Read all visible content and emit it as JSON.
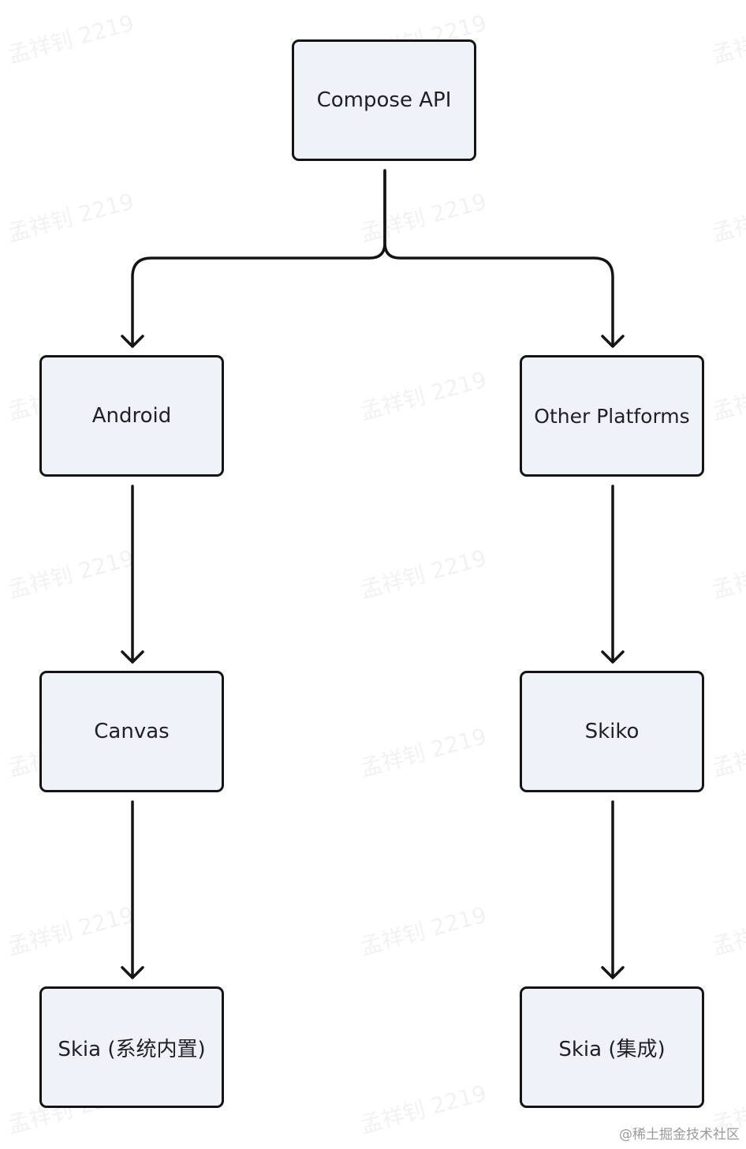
{
  "diagram": {
    "nodes": {
      "compose_api": "Compose API",
      "android": "Android",
      "other_platforms": "Other Platforms",
      "canvas": "Canvas",
      "skiko": "Skiko",
      "skia_builtin": "Skia (系统内置)",
      "skia_integrated": "Skia (集成)"
    },
    "edges": [
      {
        "from": "compose_api",
        "to": "android"
      },
      {
        "from": "compose_api",
        "to": "other_platforms"
      },
      {
        "from": "android",
        "to": "canvas"
      },
      {
        "from": "canvas",
        "to": "skia_builtin"
      },
      {
        "from": "other_platforms",
        "to": "skiko"
      },
      {
        "from": "skiko",
        "to": "skia_integrated"
      }
    ],
    "colors": {
      "node_fill": "#eff2f9",
      "node_border": "#141414",
      "line": "#141414"
    }
  },
  "watermark": {
    "text": "孟祥钊 2219"
  },
  "credit": "@稀土掘金技术社区"
}
